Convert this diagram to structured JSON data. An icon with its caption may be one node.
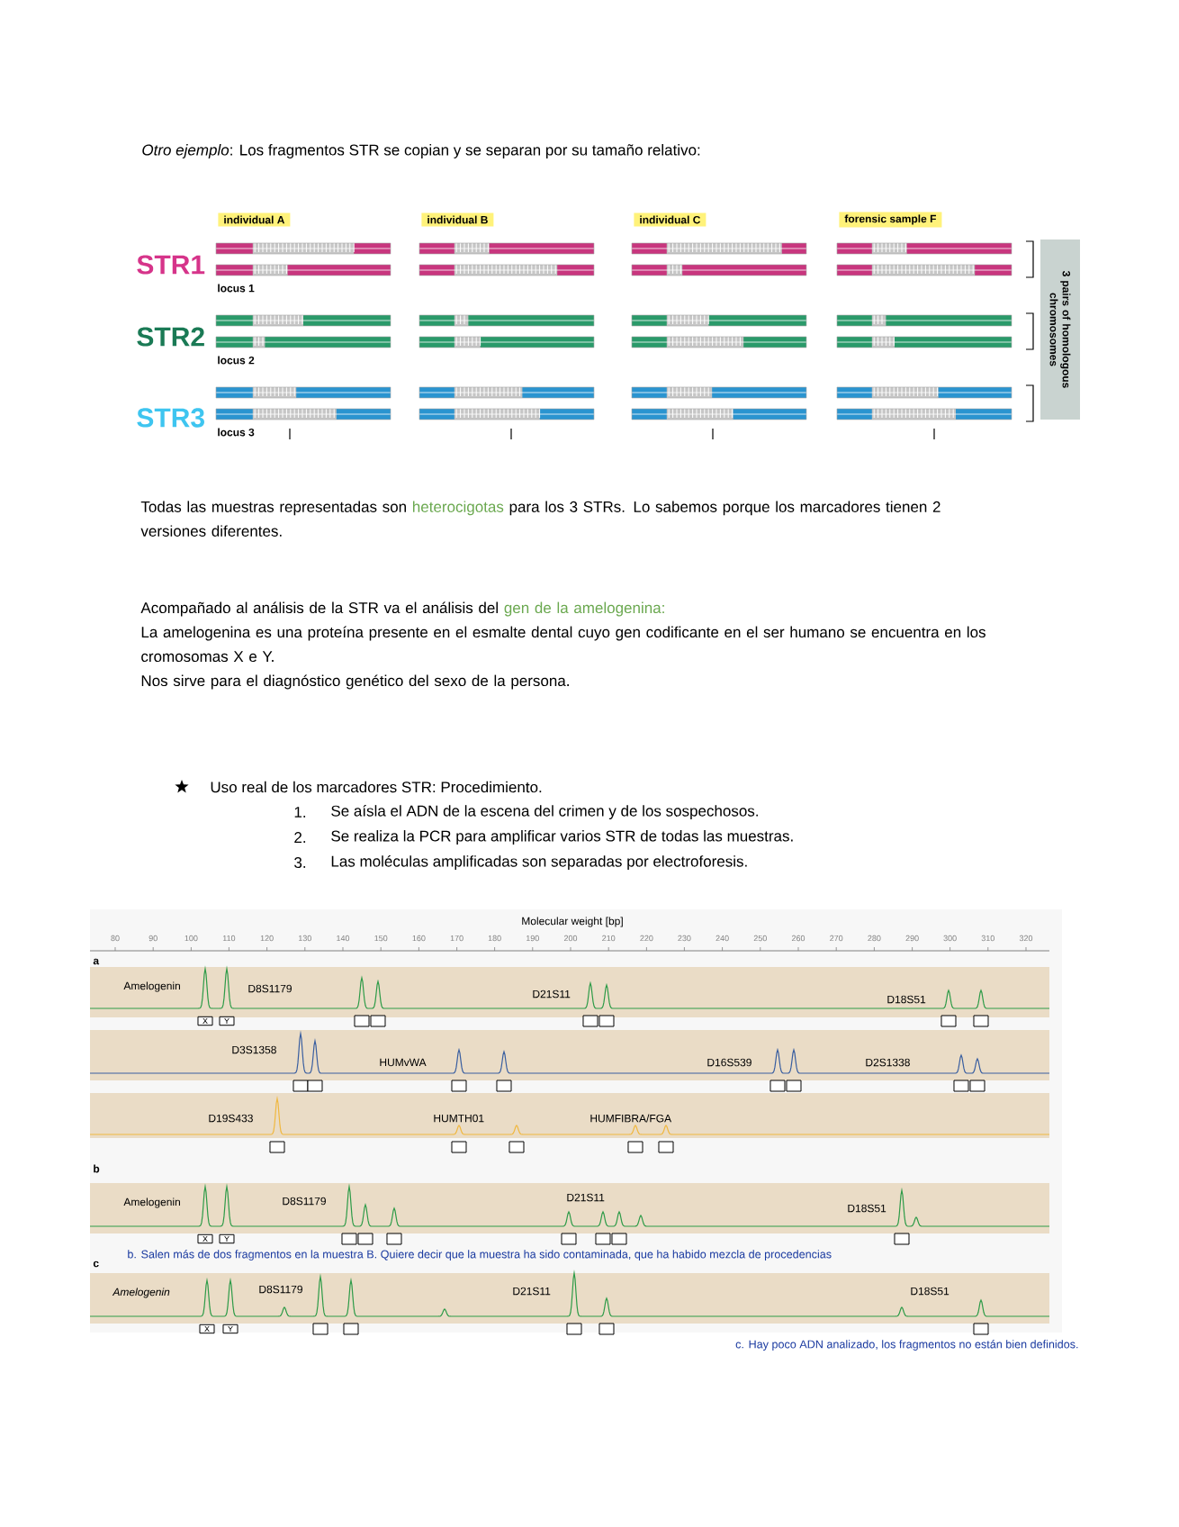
{
  "diagram": {
    "nodes": [
      {
        "text": [
          "individual A"
        ]
      },
      {
        "text": [
          "individual B"
        ]
      },
      {
        "text": [
          "individual C"
        ]
      },
      {
        "text": [
          "forensic sample F"
        ]
      },
      {
        "text": [
          "3 pairs of homologous chromosomes"
        ]
      }
    ],
    "labels": [
      "*Otro ejemplo*: Los fragmentos STR se copian y se separan por su tamaño relativo:",
      "STR1",
      "STR2",
      "STR3",
      "locus 1",
      "locus 2",
      "locus 3",
      "Todas las muestras representadas son",
      "heterocigotas",
      "para los 3 STRs. Lo sabemos porque los marcadores tienen 2 versiones diferentes.",
      "Acompañado al análisis de la STR va el análisis del",
      "gen de la amelogenina:",
      "La amelogenina es una proteína presente en el esmalte dental cuyo gen codificante en el ser humano se encuentra en los cromosomas X e Y.",
      "Nos sirve para el diagnóstico genético del sexo de la persona.",
      "Uso real de los marcadores STR: Procedimiento.",
      "1.",
      "Se aísla el ADN de la escena del crimen y de los sospechosos.",
      "2.",
      "Se realiza la PCR para amplificar varios STR de todas las muestras.",
      "3.",
      "Las moléculas amplificadas son separadas por electroforesis.",
      "Molecular weight [bp]",
      "80",
      "90",
      "100",
      "110",
      "120",
      "130",
      "140",
      "150",
      "160",
      "170",
      "180",
      "190",
      "200",
      "210",
      "220",
      "230",
      "240",
      "250",
      "260",
      "270",
      "280",
      "290",
      "300",
      "310",
      "320",
      "a",
      "Amelogenin",
      "D8S1179",
      "D21S11",
      "D18S51",
      "X",
      "Y",
      "D3S1358",
      "HUMvWA",
      "D16S539",
      "D2S1338",
      "D19S433",
      "HUMTH01",
      "HUMFIBRA/FGA",
      "b",
      "Amelogenin",
      "D8S1179",
      "D21S11",
      "D18S51",
      "X",
      "Y",
      "b. Salen más de dos fragmentos en la muestra B. Quiere decir que la muestra ha sido contaminada, que ha habido mezcla de procedencias",
      "c",
      "Amelogenin",
      "D8S1179",
      "D21S11",
      "D18S51",
      "X",
      "Y",
      "c. Hay poco ADN analizado, los fragmentos no están bien definidos."
    ]
  }
}
